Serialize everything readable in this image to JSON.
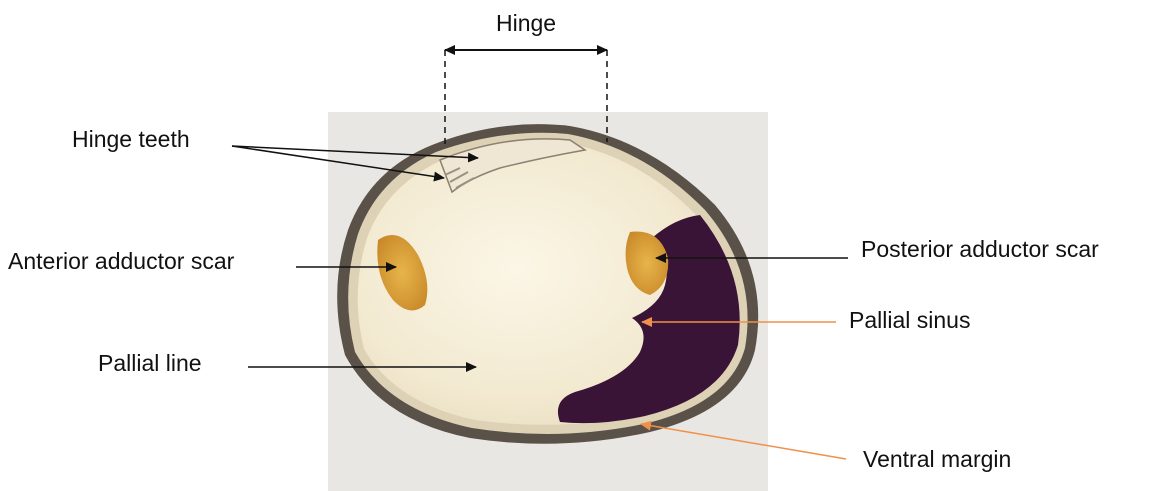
{
  "figure": {
    "labels": {
      "hinge": "Hinge",
      "hinge_teeth": "Hinge teeth",
      "anterior_adductor_scar": "Anterior adductor scar",
      "posterior_adductor_scar": "Posterior adductor scar",
      "pallial_sinus": "Pallial sinus",
      "pallial_line": "Pallial line",
      "ventral_margin": "Ventral margin"
    },
    "colors": {
      "black_leader": "#111111",
      "orange_leader": "#f0904a",
      "photo_background": "#e9e7e3",
      "shell_interior": "#f3ebd4",
      "shell_edge": "#5a5248",
      "purple_stain": "#3a1436",
      "adductor_scar": "#dba845"
    }
  }
}
